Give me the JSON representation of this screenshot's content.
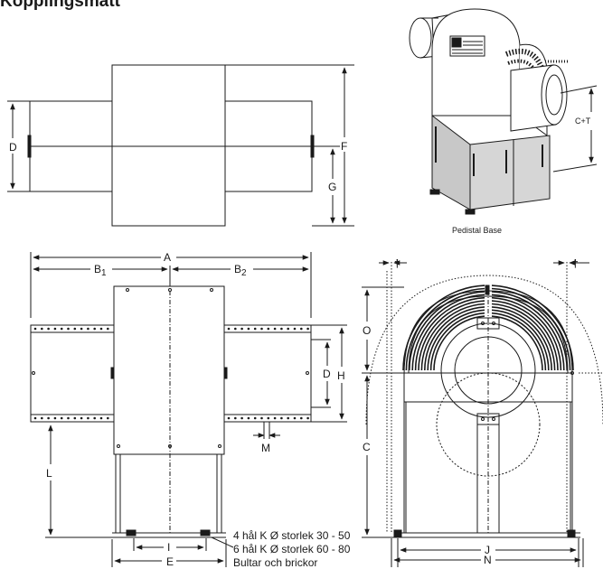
{
  "title": "Kopplingsmått",
  "labels": {
    "D": "D",
    "F": "F",
    "G": "G",
    "A": "A",
    "B": "B",
    "B1sub": "1",
    "B2sub": "2",
    "H": "H",
    "M": "M",
    "L": "L",
    "I": "I",
    "E": "E",
    "O": "O",
    "C": "C",
    "J": "J",
    "N": "N",
    "dagger": "†",
    "CT": "C+T"
  },
  "caption": "Pedistal Base",
  "notes": [
    "4 hål K Ø storlek 30 - 50",
    "6 hål K Ø storlek 60 - 80",
    "Bultar och brickor"
  ]
}
